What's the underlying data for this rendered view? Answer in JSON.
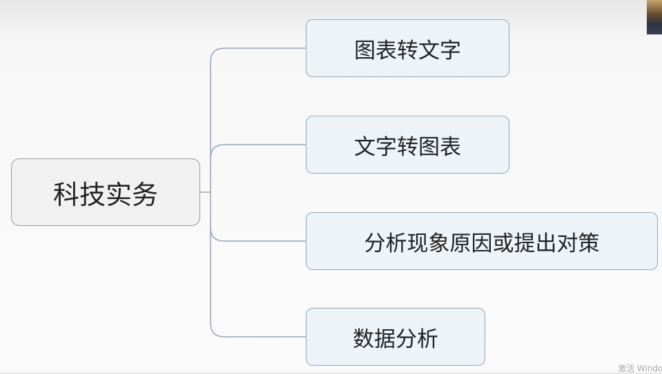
{
  "root": {
    "label": "科技实务"
  },
  "children": [
    {
      "label": "图表转文字"
    },
    {
      "label": "文字转图表"
    },
    {
      "label": "分析现象原因或提出对策"
    },
    {
      "label": "数据分析"
    }
  ],
  "watermark": "激活 Windo"
}
